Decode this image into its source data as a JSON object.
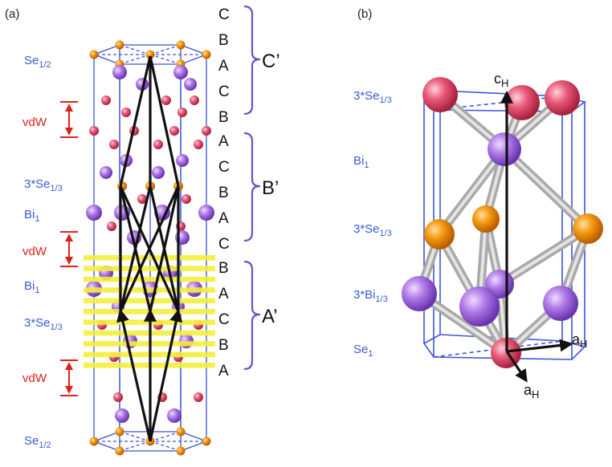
{
  "panel_a": {
    "label": "(a)",
    "left_labels": {
      "se_top": [
        "Se",
        "1/2"
      ],
      "vdw_1": "vdW",
      "se3": [
        "3*Se",
        "1/3"
      ],
      "bi1": [
        "Bi",
        "1"
      ],
      "vdw_2": "vdW",
      "bi1_b": [
        "Bi",
        "1"
      ],
      "se3_b": [
        "3*Se",
        "1/3"
      ],
      "vdw_3": "vdW",
      "se_bottom": [
        "Se",
        "1/2"
      ]
    },
    "stack_letters": [
      "C",
      "B",
      "A",
      "C",
      "B",
      "A",
      "C",
      "B",
      "A",
      "C",
      "B",
      "A",
      "C",
      "B",
      "A"
    ],
    "blocks": [
      "C’",
      "B’",
      "A’"
    ]
  },
  "panel_b": {
    "label": "(b)",
    "left_labels": {
      "se3_top": [
        "3*Se",
        "1/3"
      ],
      "bi1": [
        "Bi",
        "1"
      ],
      "se3_mid": [
        "3*Se",
        "1/3"
      ],
      "bi3": [
        "3*Bi",
        "1/3"
      ],
      "se1": [
        "Se",
        "1"
      ]
    },
    "vectors": {
      "c": [
        "c",
        "H"
      ],
      "a1": [
        "a",
        "H"
      ],
      "a2": [
        "a",
        "H"
      ]
    }
  },
  "colors": {
    "frame": "#3a55d8",
    "bracket": "#6a4fd0",
    "vdw": "#e0201b",
    "se_orange": "#f28a00",
    "se_red": "#e8506e",
    "bi_purple": "#a46be0",
    "highlight": "#f4ee3a"
  }
}
